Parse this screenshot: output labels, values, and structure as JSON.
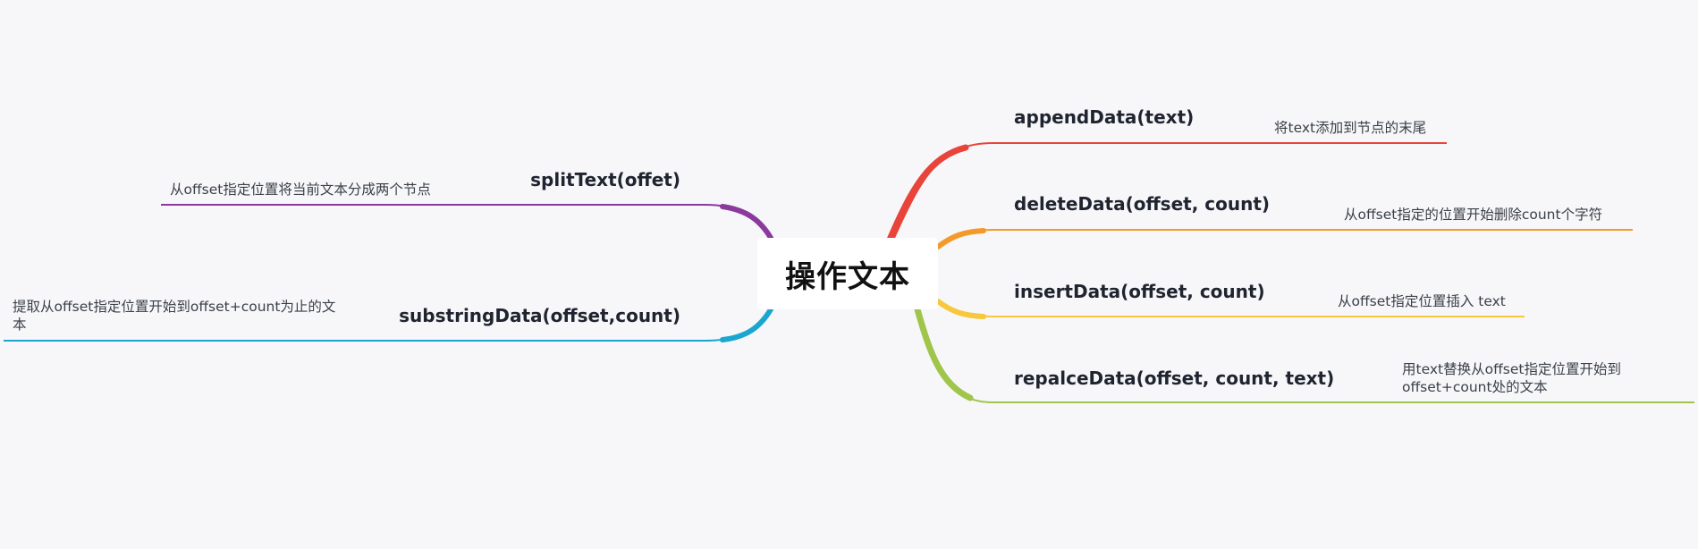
{
  "root": {
    "label": "操作文本"
  },
  "branches": [
    {
      "label": "appendData(text)",
      "note": "将text添加到节点的末尾",
      "color": "#e8443a"
    },
    {
      "label": "deleteData(offset, count)",
      "note": "从offset指定的位置开始删除count个字符",
      "color": "#f39a2b"
    },
    {
      "label": "insertData(offset, count)",
      "note": "从offset指定位置插入 text",
      "color": "#f7c83c"
    },
    {
      "label": "repalceData(offset, count, text)",
      "note": "用text替换从offset指定位置开始到offset+count处的文本",
      "color": "#9fc54a"
    },
    {
      "label": "splitText(offet)",
      "note": "从offset指定位置将当前文本分成两个节点",
      "color": "#8a3a9c"
    },
    {
      "label": "substringData(offset,count)",
      "note": "提取从offset指定位置开始到offset+count为止的文本",
      "color": "#1aa6cf"
    }
  ]
}
